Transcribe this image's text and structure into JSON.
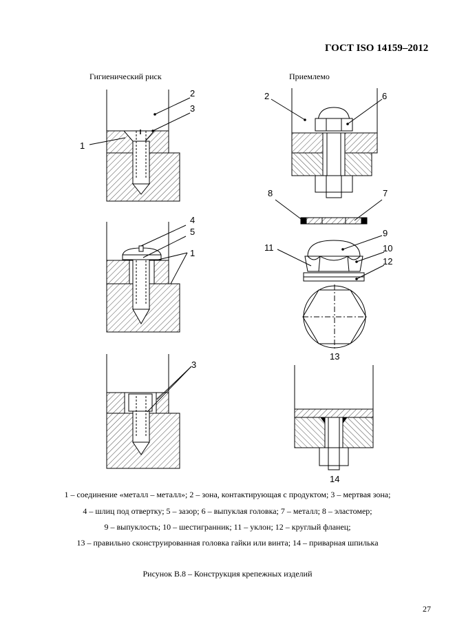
{
  "header": {
    "standard": "ГОСТ ISO 14159–2012"
  },
  "columns": {
    "left": "Гигиенический риск",
    "right": "Приемлемо"
  },
  "callouts": {
    "n1": "1",
    "n2": "2",
    "n3": "3",
    "n4": "4",
    "n5": "5",
    "n6": "6",
    "n7": "7",
    "n8": "8",
    "n9": "9",
    "n10": "10",
    "n11": "11",
    "n12": "12",
    "n13": "13",
    "n14": "14"
  },
  "legend": [
    "1 – соединение «металл – металл»; 2 – зона, контактирующая с продуктом; 3 – мертвая зона;",
    "4 – шлиц под отвертку; 5 – зазор; 6 – выпуклая головка; 7 – металл; 8 – эластомер;",
    "9 – выпуклость; 10 – шестигранник; 11 – уклон; 12 – круглый фланец;",
    "13 – правильно сконструированная головка гайки или винта; 14 – приварная шпилька"
  ],
  "figure_caption": "Рисунок В.8 – Конструкция крепежных изделий",
  "page_number": "27"
}
